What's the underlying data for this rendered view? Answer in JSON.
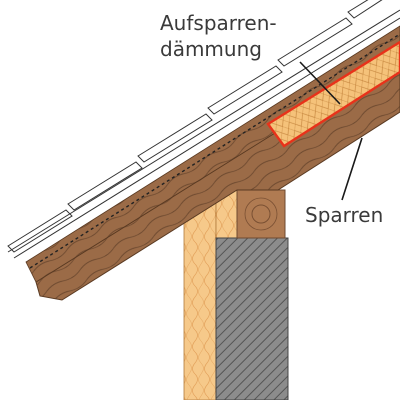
{
  "diagram": {
    "labels": {
      "insulation_line1": "Aufsparren-",
      "insulation_line2": "dämmung",
      "rafter": "Sparren"
    },
    "colors": {
      "background": "#ffffff",
      "timber": "#9b6b47",
      "timber_dark": "#7a5033",
      "timber_grain": "#6e4a30",
      "insulation_fill": "#f5c27a",
      "insulation_outline": "#e8321a",
      "wall_softboard": "#f6c98a",
      "masonry": "#8c8c8c",
      "masonry_hatch": "#555555",
      "tile": "#ffffff",
      "tile_stroke": "#333333",
      "leader": "#1a1a1a",
      "text": "#3a3a3a"
    }
  }
}
